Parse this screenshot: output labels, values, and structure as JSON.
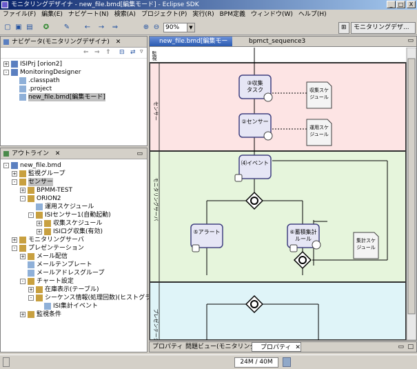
{
  "window": {
    "title": "モニタリングデザイナ - new_file.bmd[編集モード] - Eclipse SDK",
    "min_label": "_",
    "max_label": "□",
    "close_label": "X"
  },
  "menu": [
    "ファイル(F)",
    "編集(E)",
    "ナビゲート(N)",
    "検索(A)",
    "プロジェクト(P)",
    "実行(R)",
    "BPM定義",
    "ウィンドウ(W)",
    "ヘルプ(H)"
  ],
  "toolbar": {
    "zoom_value": "90%",
    "perspective_label": "モニタリングデザ..."
  },
  "navigator": {
    "title": "ナビゲータ(モニタリングデザイナ)",
    "items": [
      {
        "label": "ISIPrj [orion2]",
        "level": 0,
        "exp": "+",
        "selected": false
      },
      {
        "label": "MonitoringDesigner",
        "level": 0,
        "exp": "-",
        "selected": false
      },
      {
        "label": ".classpath",
        "level": 1,
        "exp": "",
        "selected": false
      },
      {
        "label": ".project",
        "level": 1,
        "exp": "",
        "selected": false
      },
      {
        "label": "new_file.bmd[編集モード]",
        "level": 1,
        "exp": "",
        "selected": true
      }
    ]
  },
  "outline": {
    "title": "アウトライン",
    "items": [
      {
        "label": "new_file.bmd",
        "level": 0,
        "exp": "-",
        "selected": false
      },
      {
        "label": "監視グループ",
        "level": 1,
        "exp": "+",
        "selected": false
      },
      {
        "label": "センサー",
        "level": 1,
        "exp": "-",
        "selected": true
      },
      {
        "label": "BPMM-TEST",
        "level": 2,
        "exp": "+",
        "selected": false
      },
      {
        "label": "ORION2",
        "level": 2,
        "exp": "-",
        "selected": false
      },
      {
        "label": "運用スケジュール",
        "level": 3,
        "exp": "",
        "selected": false
      },
      {
        "label": "ISIセンサー1(自動起動)",
        "level": 3,
        "exp": "-",
        "selected": false
      },
      {
        "label": "収集スケジュール",
        "level": 4,
        "exp": "+",
        "selected": false
      },
      {
        "label": "ISIログ収集(有効)",
        "level": 4,
        "exp": "+",
        "selected": false
      },
      {
        "label": "モニタリングサーバ",
        "level": 1,
        "exp": "+",
        "selected": false
      },
      {
        "label": "プレゼンテーション",
        "level": 1,
        "exp": "-",
        "selected": false
      },
      {
        "label": "メール配信",
        "level": 2,
        "exp": "+",
        "selected": false
      },
      {
        "label": "メールテンプレート",
        "level": 2,
        "exp": "",
        "selected": false
      },
      {
        "label": "メールアドレスグループ",
        "level": 2,
        "exp": "",
        "selected": false
      },
      {
        "label": "チャート設定",
        "level": 2,
        "exp": "-",
        "selected": false
      },
      {
        "label": "在庫表示(テーブル)",
        "level": 3,
        "exp": "+",
        "selected": false
      },
      {
        "label": "シーケンス情報(処理回数)(ヒストグラム)",
        "level": 3,
        "exp": "-",
        "selected": false
      },
      {
        "label": "ISI集計イベント",
        "level": 4,
        "exp": "",
        "selected": false
      },
      {
        "label": "監視条件",
        "level": 2,
        "exp": "+",
        "selected": false
      }
    ]
  },
  "editor": {
    "tabs": [
      {
        "label": "new_file.bmd[編集モード]",
        "active": true
      },
      {
        "label": "bpmct_sequence3",
        "active": false
      }
    ],
    "top_lane_fragment": "監視",
    "lanes": [
      {
        "label": "センサー",
        "color": "#fde4e4"
      },
      {
        "label": "モニタリングサーバ",
        "color": "#e6f5dc"
      },
      {
        "label": "プレゼンテーション",
        "color": "#dff4f8"
      }
    ],
    "tasks": {
      "collect": "③収集\nタスク",
      "sensor": "②センサー",
      "event": "⑷イベント",
      "alert": "⑤アラート",
      "rule": "⑥蓄積集計\nルール"
    },
    "notes": {
      "collect_schedule": "収集スケ\nジュール",
      "ops_schedule": "運用スケ\nジュール",
      "agg_schedule": "集計スケ\nジュール"
    }
  },
  "bottom": {
    "tabs": [
      "プロパティ",
      "問題ビュー(モニタリングデザイナ)",
      "プロパティ"
    ]
  },
  "status": {
    "memory": "24M / 40M"
  }
}
